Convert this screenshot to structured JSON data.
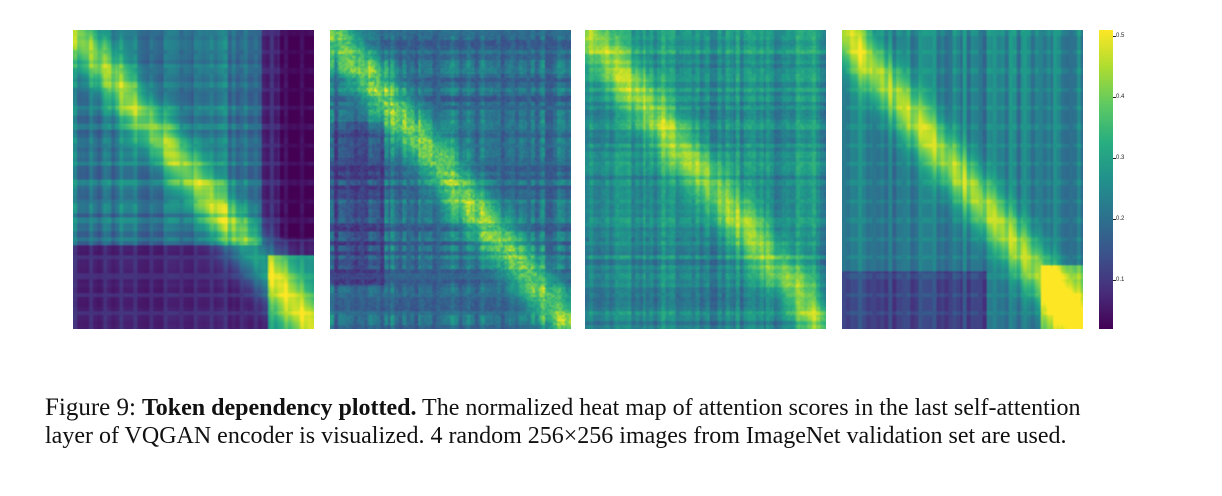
{
  "chart_data": {
    "type": "heatmap",
    "panels": [
      {
        "pattern": "top-left-dominant"
      },
      {
        "pattern": "diagonal-banded"
      },
      {
        "pattern": "diffuse-diagonal"
      },
      {
        "pattern": "lower-right-block"
      }
    ],
    "colormap": "viridis",
    "colorbar": {
      "range": [
        0.02,
        0.51
      ],
      "ticks": [
        "0.1",
        "0.2",
        "0.3",
        "0.4",
        "0.5"
      ],
      "tick_values": [
        0.1,
        0.2,
        0.3,
        0.4,
        0.5
      ]
    }
  },
  "caption": {
    "figure_label": "Figure 9:",
    "bold_title": "Token dependency plotted.",
    "text_line1": " The normalized heat map of attention scores in the last self-attention",
    "text_line2": "layer of VQGAN encoder is visualized. 4 random 256×256 images from ImageNet validation set are used."
  }
}
